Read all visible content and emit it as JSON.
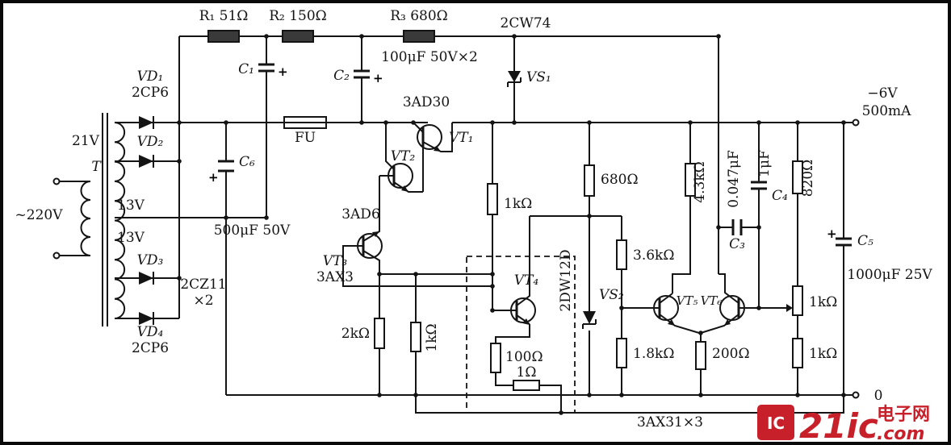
{
  "components": {
    "r1": "R₁ 51Ω",
    "r2": "R₂ 150Ω",
    "r3": "R₃ 680Ω",
    "cap12_note": "100μF 50V×2",
    "zener1_type": "2CW74",
    "vs1": "VS₁",
    "c1": "C₁",
    "c2": "C₂",
    "plus": "+",
    "vd1": "VD₁",
    "vd1_type": "2CP6",
    "vd2": "VD₂",
    "vd3": "VD₃",
    "vd4": "VD₄",
    "vd4_type": "2CP6",
    "rect_type": "2CZ11",
    "rect_qty": "×2",
    "transformer": "T",
    "mains": "~220V",
    "w21": "21V",
    "w13a": "13V",
    "w13b": "13V",
    "c6": "C₆",
    "c6_val": "500μF 50V",
    "fuse": "FU",
    "vt1_type": "3AD30",
    "vt1": "VT₁",
    "vt2": "VT₂",
    "vt23_type": "3AD6",
    "vt3": "VT₃",
    "vt3_type": "3AX3",
    "r_1k_a": "1kΩ",
    "r_680": "680Ω",
    "vt4": "VT₄",
    "vs2": "VS₂",
    "vs2_type": "2DW12D",
    "r_3k6": "3.6kΩ",
    "r_1k8": "1.8kΩ",
    "vt5": "VT₅",
    "vt6": "VT₆",
    "r_200": "200Ω",
    "r_4k3": "4.3kΩ",
    "c_047": "0.047μF",
    "c_1u": "1μF",
    "c4": "C₄",
    "c3": "C₃",
    "r_820": "820Ω",
    "r_1k_b": "1kΩ",
    "r_1k_c": "1kΩ",
    "c5": "C₅",
    "c5_val": "1000μF 25V",
    "r_2k": "2kΩ",
    "r_1k_d": "1kΩ",
    "r_100": "100Ω",
    "r_1ohm": "1Ω",
    "out_v": "−6V",
    "out_i": "500mA",
    "out_0": "0",
    "stage_type": "3AX31×3"
  },
  "watermark": {
    "logo": "IC",
    "brand": "21ic",
    "cn": "电子网",
    "domain": ".com",
    "color": "#c8202a"
  }
}
